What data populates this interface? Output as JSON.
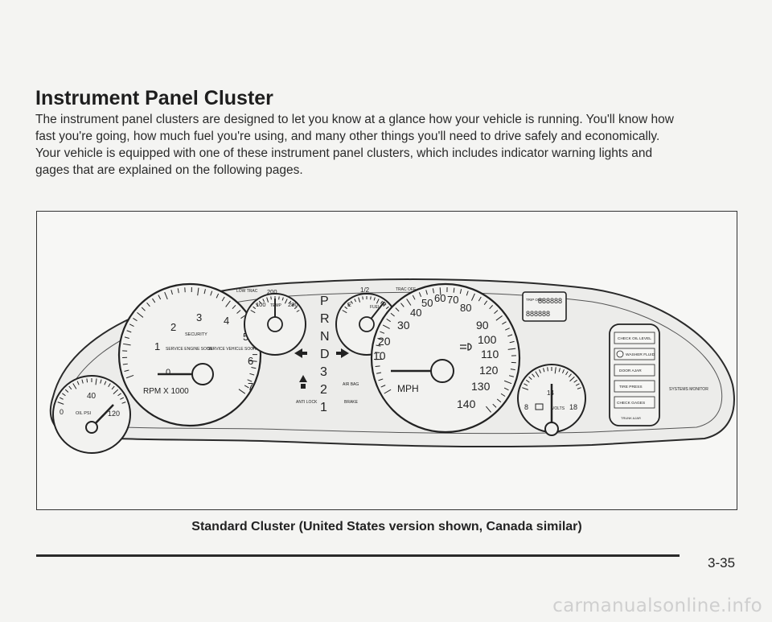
{
  "heading": "Instrument Panel Cluster",
  "intro": {
    "line1": "The instrument panel clusters are designed to let you know at a glance how your vehicle is running. You'll know how",
    "line2": "fast you're going, how much fuel you're using, and many other things you'll need to drive safely and economically.",
    "line3": "Your vehicle is equipped with one of these instrument panel clusters, which includes indicator warning lights and",
    "line4": "gages that are explained on the following pages."
  },
  "cluster": {
    "tach_numbers": [
      "1",
      "2",
      "3",
      "4",
      "5",
      "6",
      "7",
      "0"
    ],
    "tach_unit": "RPM X 1000",
    "tach_security": "SECURITY",
    "tach_service_engine": "SERVICE ENGINE SOON",
    "tach_service_vehicle": "SERVICE VEHICLE SOON",
    "oil_numbers": [
      "0",
      "40",
      "120"
    ],
    "oil_unit": "OIL PSI",
    "temp_low": "100",
    "temp_high": "280",
    "temp_mid": "200",
    "temp_tag": "TEMP",
    "low_trac": "LOW TRAC",
    "fuel_e": "E",
    "fuel_half": "1/2",
    "fuel_f": "F",
    "fuel_tag": "FUEL",
    "trac_off": "TRAC OFF",
    "prnd": [
      "P",
      "R",
      "N",
      "D",
      "3",
      "2",
      "1"
    ],
    "anti_lock": "ANTI LOCK",
    "air_bag": "AIR BAG",
    "brake": "BRAKE",
    "speed_numbers": [
      "10",
      "20",
      "30",
      "40",
      "50",
      "60",
      "70",
      "80",
      "90",
      "100",
      "110",
      "120",
      "130",
      "140"
    ],
    "speed_unit": "MPH",
    "odometer_digits": "888888",
    "odometer_tag": "TRIP ODO",
    "volts_low": "8",
    "volts_high": "18",
    "volts_mid": "14",
    "volts_tag": "VOLTS",
    "monitor_items": [
      "CHECK OIL LEVEL",
      "WASHER FLUID",
      "DOOR AJAR",
      "TIRE PRESS",
      "CHECK GAGES",
      "TRUNK AJAR"
    ],
    "systems_monitor": "SYSTEMS MONITOR"
  },
  "caption": "Standard Cluster (United States version shown, Canada similar)",
  "page_number": "3-35",
  "watermark": "carmanualsonline.info"
}
